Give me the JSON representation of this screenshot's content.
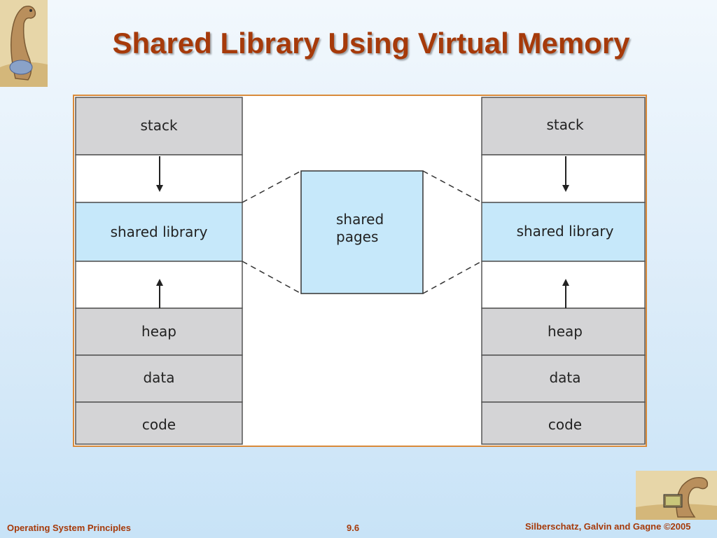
{
  "slide": {
    "title": "Shared Library Using Virtual Memory"
  },
  "diagram": {
    "left_process": {
      "segments": [
        "stack",
        "",
        "shared library",
        "",
        "heap",
        "data",
        "code"
      ]
    },
    "right_process": {
      "segments": [
        "stack",
        "",
        "shared library",
        "",
        "heap",
        "data",
        "code"
      ]
    },
    "physical_memory": {
      "shared_pages_line1": "shared",
      "shared_pages_line2": "pages"
    }
  },
  "footer": {
    "course": "Operating System Principles",
    "page": "9.6",
    "authors": "Silberschatz, Galvin and Gagne ©2005"
  },
  "colors": {
    "title": "#a63a0a",
    "segment_gray": "#d4d4d6",
    "shared_blue": "#c6e8fa",
    "frame": "#d98a3a"
  }
}
